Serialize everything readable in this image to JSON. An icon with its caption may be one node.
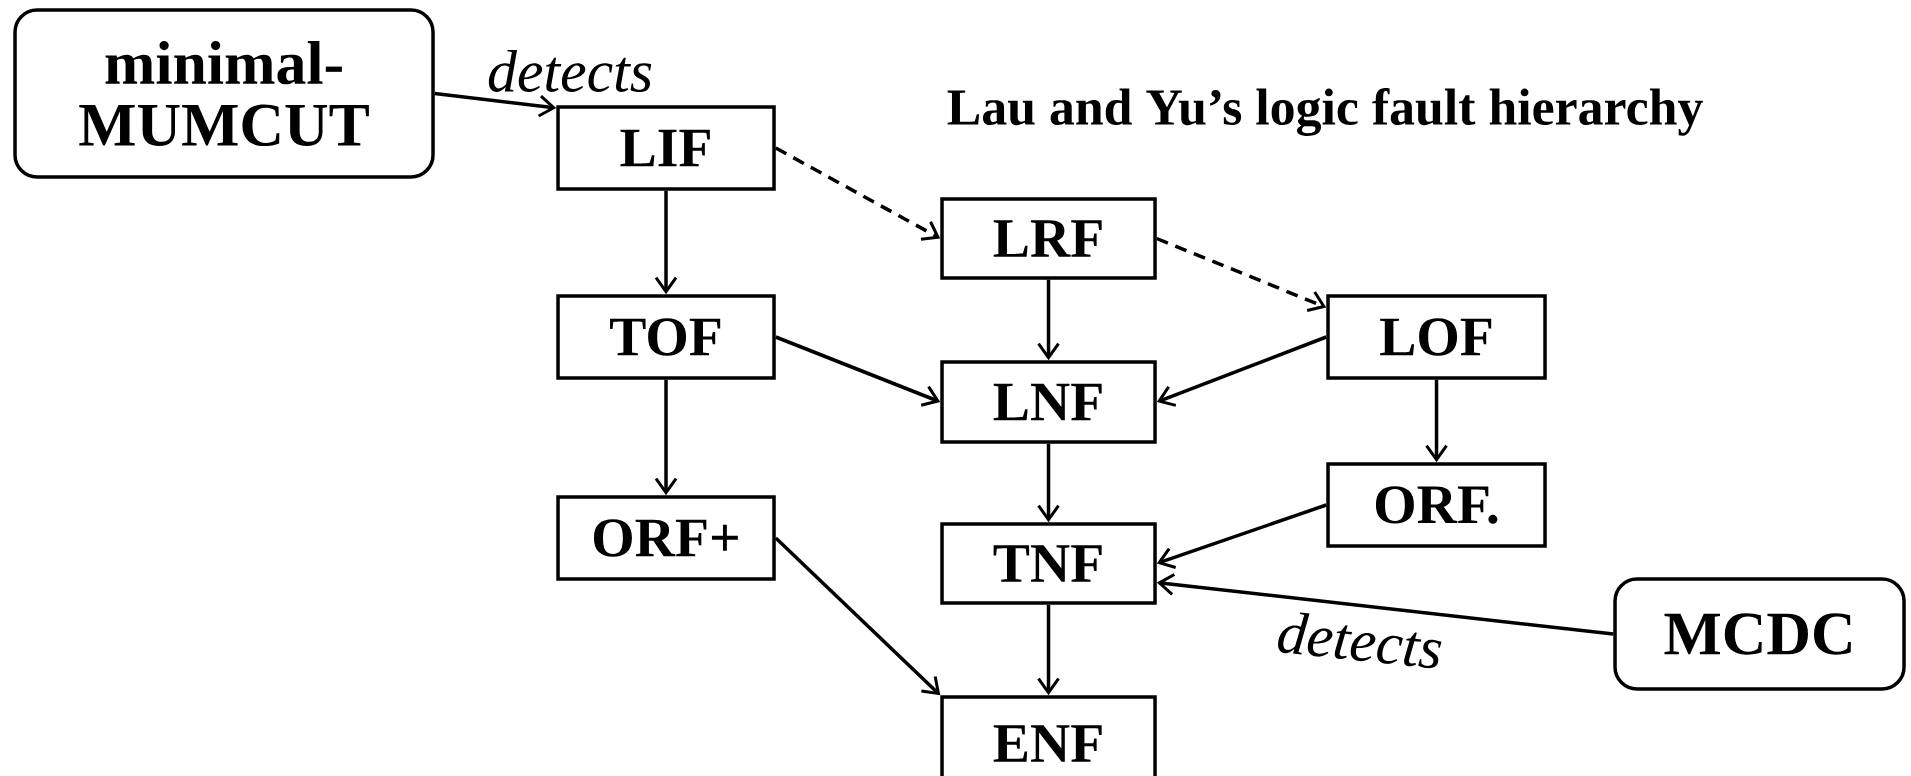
{
  "diagram": {
    "title": "Lau and Yu’s logic fault hierarchy",
    "nodes": [
      {
        "text": [
          "minimal-MUMCUT"
        ]
      },
      {
        "text": [
          "LIF"
        ]
      },
      {
        "text": [
          "LRF"
        ]
      },
      {
        "text": [
          "TOF"
        ]
      },
      {
        "text": [
          "LOF"
        ]
      },
      {
        "text": [
          "LNF"
        ]
      },
      {
        "text": [
          "ORF+"
        ]
      },
      {
        "text": [
          "ORF."
        ]
      },
      {
        "text": [
          "TNF"
        ]
      },
      {
        "text": [
          "MCDC"
        ]
      },
      {
        "text": [
          "ENF"
        ]
      }
    ],
    "edges": [
      {
        "from": 0,
        "to": 1,
        "arrow": "to",
        "label": "detects"
      },
      {
        "from": 1,
        "to": 2,
        "arrow": "to",
        "style": "dashed"
      },
      {
        "from": 1,
        "to": 3,
        "arrow": "to"
      },
      {
        "from": 2,
        "to": 5,
        "arrow": "to"
      },
      {
        "from": 2,
        "to": 4,
        "arrow": "to",
        "style": "dashed"
      },
      {
        "from": 3,
        "to": 5,
        "arrow": "to"
      },
      {
        "from": 4,
        "to": 5,
        "arrow": "to"
      },
      {
        "from": 3,
        "to": 6,
        "arrow": "to"
      },
      {
        "from": 4,
        "to": 7,
        "arrow": "to"
      },
      {
        "from": 5,
        "to": 8,
        "arrow": "to"
      },
      {
        "from": 7,
        "to": 8,
        "arrow": "to"
      },
      {
        "from": 9,
        "to": 8,
        "arrow": "to",
        "label": "detects"
      },
      {
        "from": 6,
        "to": 10,
        "arrow": "to"
      },
      {
        "from": 8,
        "to": 10,
        "arrow": "to"
      }
    ]
  }
}
